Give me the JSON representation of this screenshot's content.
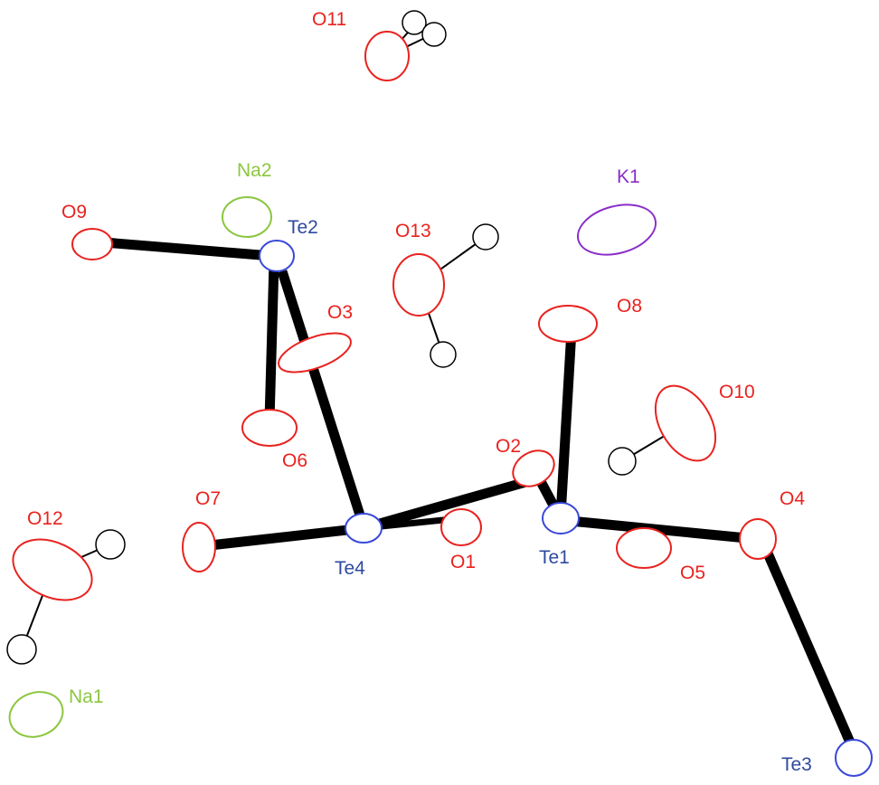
{
  "atoms": {
    "O11": "O11",
    "Na2": "Na2",
    "Te2": "Te2",
    "O9": "O9",
    "O13": "O13",
    "K1": "K1",
    "O8": "O8",
    "O3": "O3",
    "O10": "O10",
    "O6": "O6",
    "O2": "O2",
    "O7": "O7",
    "Te4": "Te4",
    "O1": "O1",
    "Te1": "Te1",
    "O5": "O5",
    "O4": "O4",
    "O12": "O12",
    "Na1": "Na1",
    "Te3": "Te3"
  },
  "colors": {
    "oxygen": "#e8231f",
    "tellurium": "#3848d8",
    "sodium": "#8cc63f",
    "potassium": "#8a2ec8",
    "hydrogen": "#000000"
  }
}
